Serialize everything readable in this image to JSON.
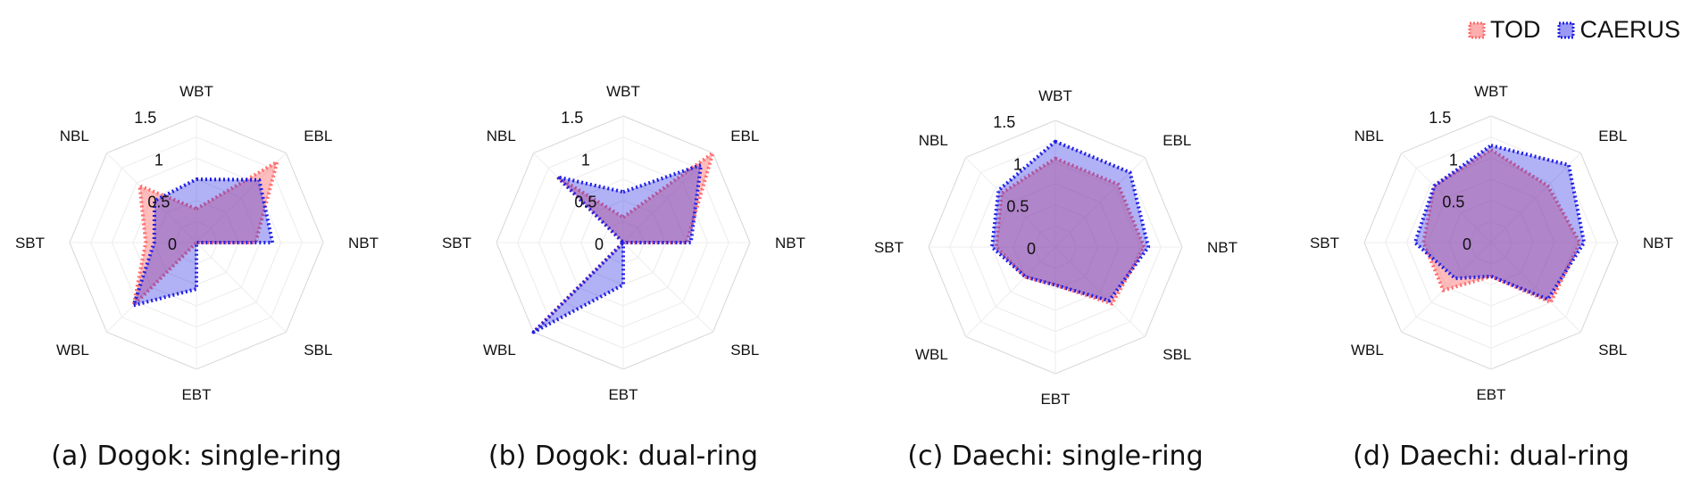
{
  "legend": {
    "items": [
      {
        "label": "TOD",
        "color": "#ff6b6b"
      },
      {
        "label": "CAERUS",
        "color": "#1f1fe6"
      }
    ]
  },
  "chart_data": [
    {
      "type": "radar",
      "caption": "(a) Dogok: single-ring",
      "axes": [
        "WBT",
        "EBL",
        "NBT",
        "SBL",
        "EBT",
        "WBL",
        "SBT",
        "NBL"
      ],
      "rmax": 1.5,
      "rings": [
        0,
        0.5,
        1,
        1.5
      ],
      "ring_labels": [
        "0",
        "0.5",
        "1",
        "1.5"
      ],
      "series": [
        {
          "name": "TOD",
          "color": "#ff6b6b",
          "values": [
            0.4,
            1.35,
            0.7,
            0.0,
            0.0,
            1.05,
            0.6,
            0.95
          ]
        },
        {
          "name": "CAERUS",
          "color": "#1f1fe6",
          "values": [
            0.75,
            1.05,
            0.9,
            0.0,
            0.55,
            1.05,
            0.5,
            0.7
          ]
        }
      ]
    },
    {
      "type": "radar",
      "caption": "(b) Dogok: dual-ring",
      "axes": [
        "WBT",
        "EBL",
        "NBT",
        "SBL",
        "EBT",
        "WBL",
        "SBT",
        "NBL"
      ],
      "rmax": 1.5,
      "rings": [
        0,
        0.5,
        1,
        1.5
      ],
      "ring_labels": [
        "0",
        "0.5",
        "1",
        "1.5"
      ],
      "series": [
        {
          "name": "TOD",
          "color": "#ff6b6b",
          "values": [
            0.3,
            1.5,
            0.75,
            0.0,
            0.0,
            1.5,
            0.0,
            1.1
          ]
        },
        {
          "name": "CAERUS",
          "color": "#1f1fe6",
          "values": [
            0.6,
            1.3,
            0.8,
            0.0,
            0.5,
            1.5,
            0.0,
            1.1
          ]
        }
      ]
    },
    {
      "type": "radar",
      "caption": "(c) Daechi: single-ring",
      "axes": [
        "WBT",
        "EBL",
        "NBT",
        "SBL",
        "EBT",
        "WBL",
        "SBT",
        "NBL"
      ],
      "rmax": 1.5,
      "rings": [
        0,
        0.5,
        1,
        1.5
      ],
      "ring_labels": [
        "0",
        "0.5",
        "1",
        "1.5"
      ],
      "series": [
        {
          "name": "TOD",
          "color": "#ff6b6b",
          "values": [
            1.05,
            1.05,
            1.05,
            0.95,
            0.45,
            0.5,
            0.7,
            0.9
          ]
        },
        {
          "name": "CAERUS",
          "color": "#1f1fe6",
          "values": [
            1.25,
            1.25,
            1.1,
            0.9,
            0.45,
            0.5,
            0.75,
            0.95
          ]
        }
      ]
    },
    {
      "type": "radar",
      "caption": "(d) Daechi: dual-ring",
      "axes": [
        "WBT",
        "EBL",
        "NBT",
        "SBL",
        "EBT",
        "WBL",
        "SBT",
        "NBL"
      ],
      "rmax": 1.5,
      "rings": [
        0,
        0.5,
        1,
        1.5
      ],
      "ring_labels": [
        "0",
        "0.5",
        "1",
        "1.5"
      ],
      "series": [
        {
          "name": "TOD",
          "color": "#ff6b6b",
          "values": [
            1.1,
            0.95,
            1.05,
            1.0,
            0.4,
            0.8,
            0.8,
            0.95
          ]
        },
        {
          "name": "CAERUS",
          "color": "#1f1fe6",
          "values": [
            1.15,
            1.3,
            1.1,
            0.95,
            0.4,
            0.6,
            0.9,
            0.95
          ]
        }
      ]
    }
  ]
}
